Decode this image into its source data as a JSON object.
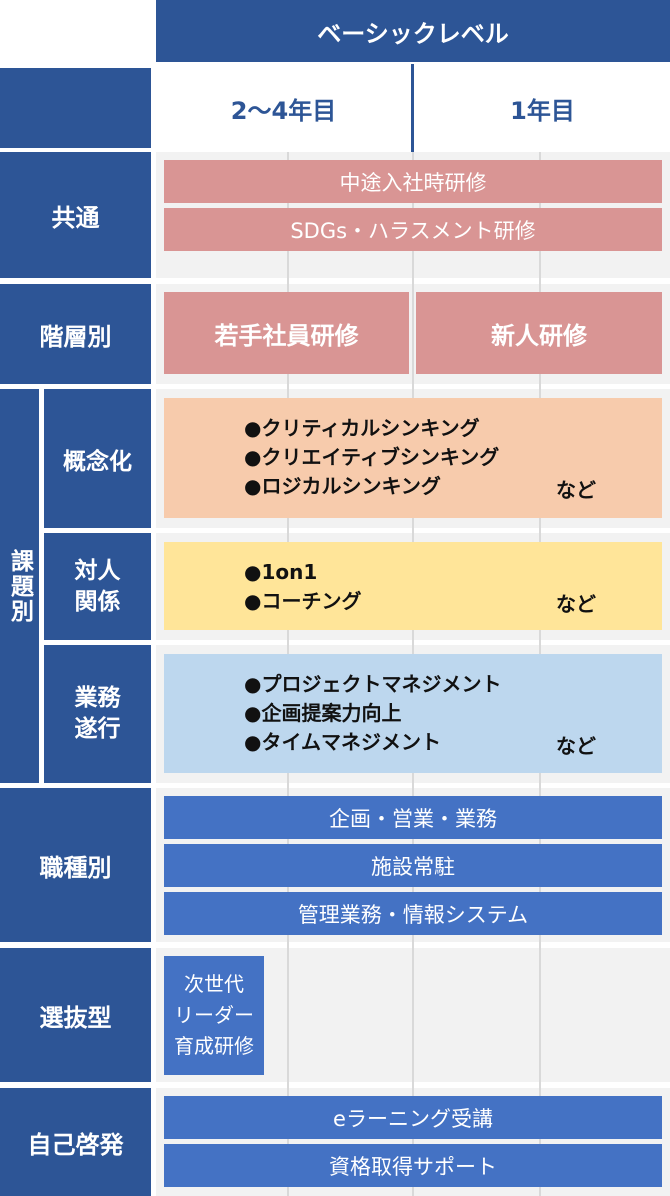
{
  "header": {
    "level_title": "ベーシックレベル",
    "col_left": "2〜4年目",
    "col_right": "1年目"
  },
  "rows": {
    "common": {
      "label": "共通",
      "bars": [
        "中途入社時研修",
        "SDGs・ハラスメント研修"
      ]
    },
    "hierarchy": {
      "label": "階層別",
      "left": "若手社員研修",
      "right": "新人研修"
    },
    "topic": {
      "label": "課題別",
      "concept": {
        "label": "概念化",
        "items": [
          "●クリティカルシンキング",
          "●クリエイティブシンキング",
          "●ロジカルシンキング"
        ],
        "etc": "など"
      },
      "interpersonal": {
        "label_line1": "対人",
        "label_line2": "関係",
        "items": [
          "●1on1",
          "●コーチング"
        ],
        "etc": "など"
      },
      "business": {
        "label_line1": "業務",
        "label_line2": "遂行",
        "items": [
          "●プロジェクトマネジメント",
          "●企画提案力向上",
          "●タイムマネジメント"
        ],
        "etc": "など"
      }
    },
    "job_type": {
      "label": "職種別",
      "bars": [
        "企画・営業・業務",
        "施設常駐",
        "管理業務・情報システム"
      ]
    },
    "selection": {
      "label": "選抜型",
      "box_lines": [
        "次世代",
        "リーダー",
        "育成研修"
      ]
    },
    "self": {
      "label": "自己啓発",
      "bars": [
        "eラーニング受講",
        "資格取得サポート"
      ]
    }
  },
  "colors": {
    "navy": "#2d5596",
    "pink": "#d99594",
    "blue": "#4472c4",
    "peach": "#f7cbac",
    "yellow": "#ffe599",
    "light_blue": "#bdd7ee"
  }
}
